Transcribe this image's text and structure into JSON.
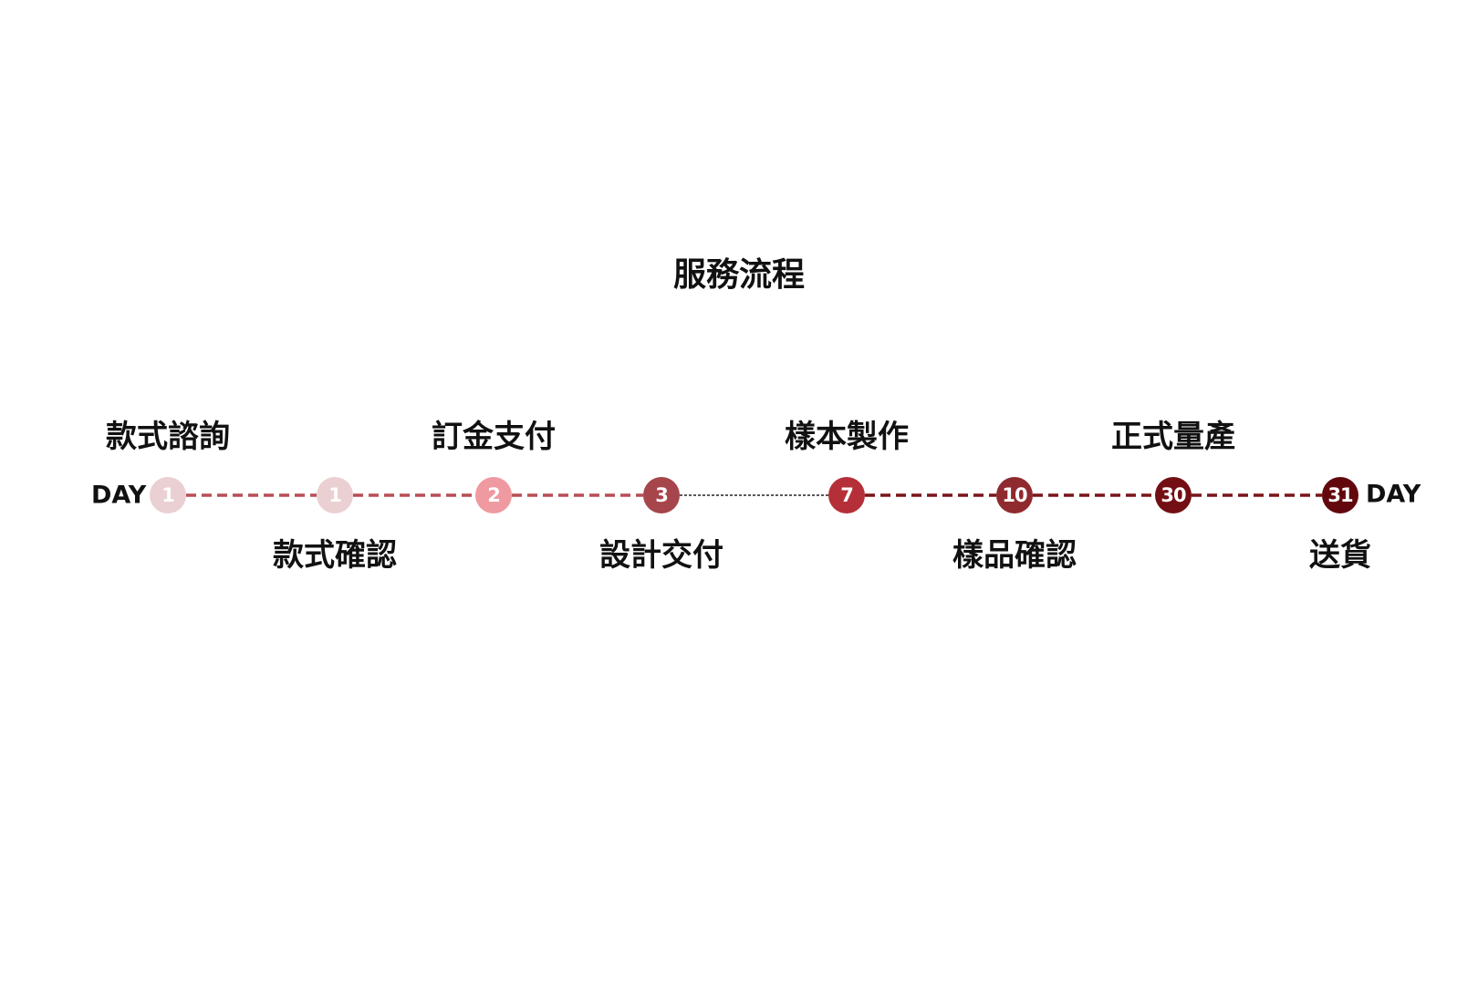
{
  "title": "服務流程",
  "day_label": "DAY",
  "steps": [
    {
      "label": "款式諮詢",
      "day": "1",
      "color": "#ead0d2",
      "segment_color": "#b84d55",
      "segment_style": "dashed"
    },
    {
      "label": "款式確認",
      "day": "1",
      "color": "#ead0d2",
      "segment_color": "#b84d55",
      "segment_style": "dashed"
    },
    {
      "label": "訂金支付",
      "day": "2",
      "color": "#ee9aa0",
      "segment_color": "#b84d55",
      "segment_style": "dashed"
    },
    {
      "label": "設計交付",
      "day": "3",
      "color": "#a6454b",
      "segment_color": "#222222",
      "segment_style": "dotted"
    },
    {
      "label": "樣本製作",
      "day": "7",
      "color": "#b52f38",
      "segment_color": "#7a1419",
      "segment_style": "dashed"
    },
    {
      "label": "樣品確認",
      "day": "10",
      "color": "#8f2a2e",
      "segment_color": "#7a1419",
      "segment_style": "dashed"
    },
    {
      "label": "正式量產",
      "day": "30",
      "color": "#730f14",
      "segment_color": "#7a1419",
      "segment_style": "dashed"
    },
    {
      "label": "送貨",
      "day": "31",
      "color": "#62080d"
    }
  ]
}
